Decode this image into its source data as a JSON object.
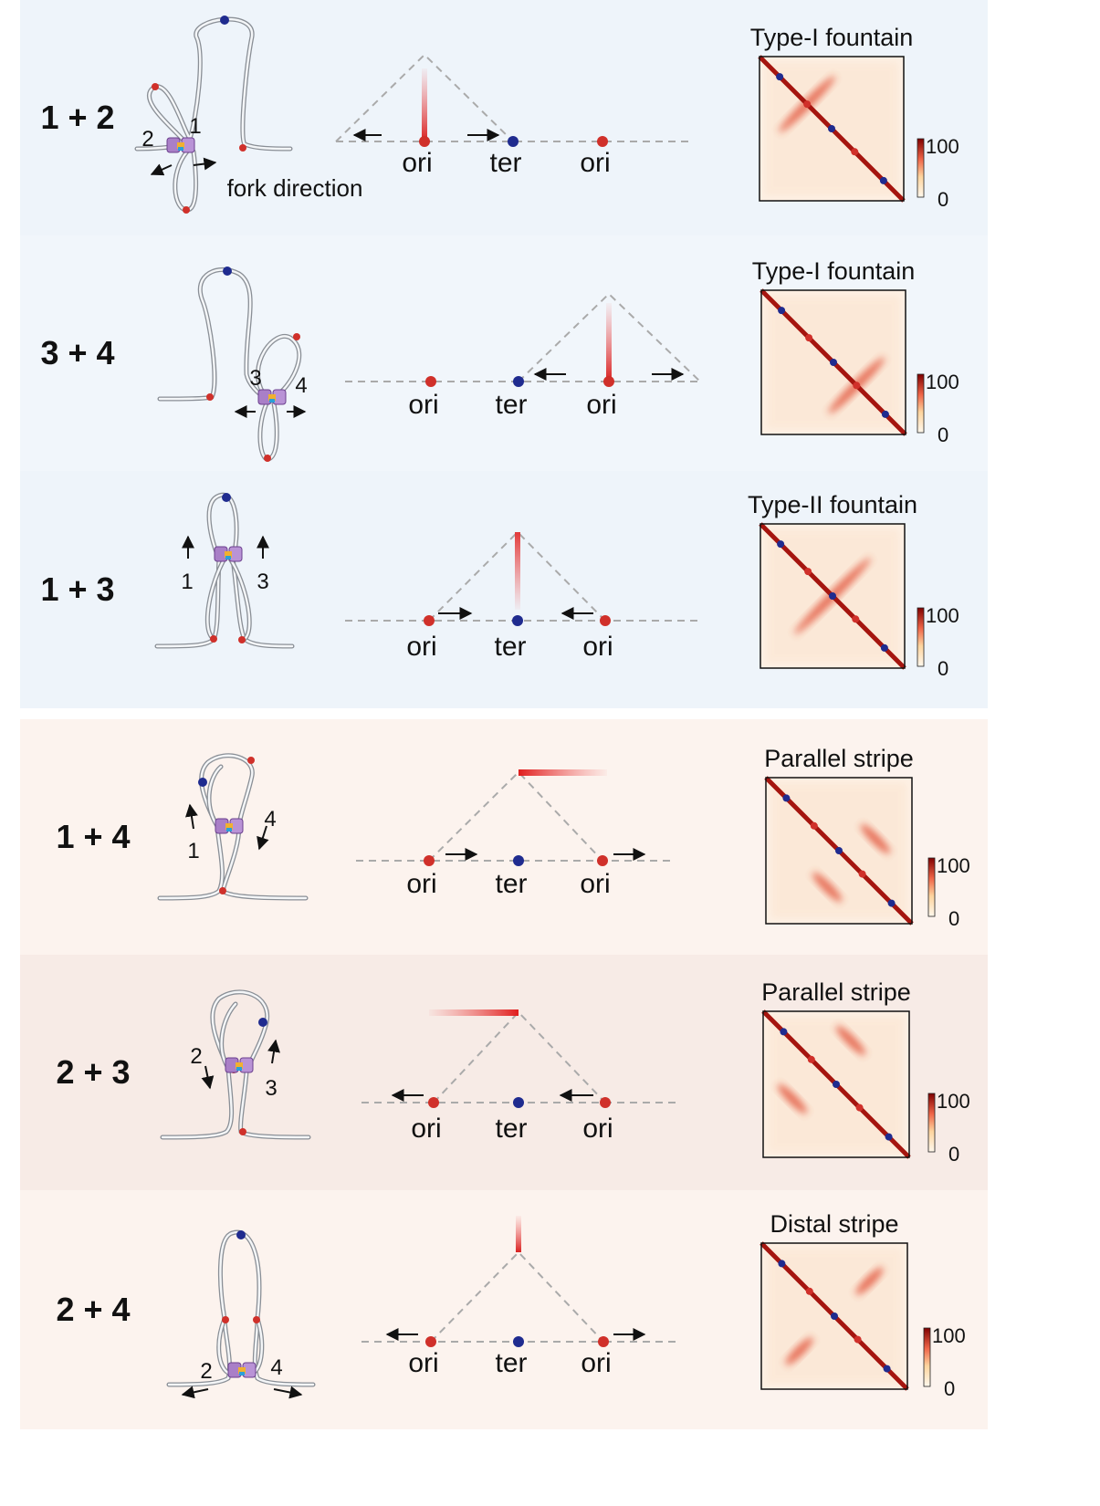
{
  "colors": {
    "blue_band": "#eef4fa",
    "blue_band_alt": "#f1f6fb",
    "peach_band": "#fcf3ee",
    "peach_band_alt": "#f7ebe6",
    "ori_dot": "#d0302a",
    "ter_dot": "#1f2b8f",
    "diagonal": "#a5150f",
    "baseline": "#aaaaaa",
    "text": "#111111"
  },
  "annotations": {
    "fork_direction": "fork direction"
  },
  "colorbar": {
    "max_label": "100",
    "min_label": "0"
  },
  "rows": [
    {
      "id": "1-2",
      "combo": "1 + 2",
      "heatmap_title": "Type-I fountain",
      "loop_labels": [
        "2",
        "1"
      ],
      "track_labels": [
        "ori",
        "ter",
        "ori"
      ]
    },
    {
      "id": "3-4",
      "combo": "3 + 4",
      "heatmap_title": "Type-I fountain",
      "loop_labels": [
        "3",
        "4"
      ],
      "track_labels": [
        "ori",
        "ter",
        "ori"
      ]
    },
    {
      "id": "1-3",
      "combo": "1 + 3",
      "heatmap_title": "Type-II fountain",
      "loop_labels": [
        "1",
        "3"
      ],
      "track_labels": [
        "ori",
        "ter",
        "ori"
      ]
    },
    {
      "id": "1-4",
      "combo": "1 + 4",
      "heatmap_title": "Parallel stripe",
      "loop_labels": [
        "1",
        "4"
      ],
      "track_labels": [
        "ori",
        "ter",
        "ori"
      ]
    },
    {
      "id": "2-3",
      "combo": "2 + 3",
      "heatmap_title": "Parallel stripe",
      "loop_labels": [
        "2",
        "3"
      ],
      "track_labels": [
        "ori",
        "ter",
        "ori"
      ]
    },
    {
      "id": "2-4",
      "combo": "2 + 4",
      "heatmap_title": "Distal stripe",
      "loop_labels": [
        "2",
        "4"
      ],
      "track_labels": [
        "ori",
        "ter",
        "ori"
      ]
    }
  ]
}
